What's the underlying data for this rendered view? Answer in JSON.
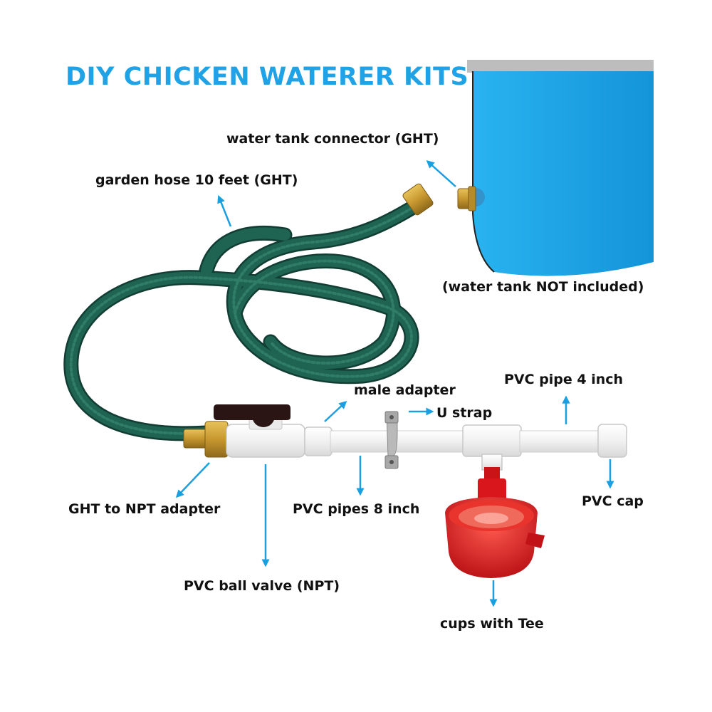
{
  "title": "DIY CHICKEN WATERER KITS",
  "labels": {
    "tank_connector": "water tank connector (GHT)",
    "hose": "garden hose 10 feet (GHT)",
    "tank_note": "(water tank NOT included)",
    "male_adapter": "male adapter",
    "pipe_4": "PVC pipe 4 inch",
    "u_strap": "U strap",
    "ght_npt": "GHT to NPT adapter",
    "pipes_8": "PVC pipes 8 inch",
    "pvc_cap": "PVC cap",
    "ball_valve": "PVC ball valve (NPT)",
    "cups_tee": "cups with Tee"
  },
  "colors": {
    "title": "#1fa2e6",
    "tank_water": "#1aa6e8",
    "hose": "#1d5a4a",
    "brass": "#c9a03a",
    "pvc": "#f3f3f3",
    "cup": "#d8161c",
    "arrow": "#1a9fe0"
  }
}
